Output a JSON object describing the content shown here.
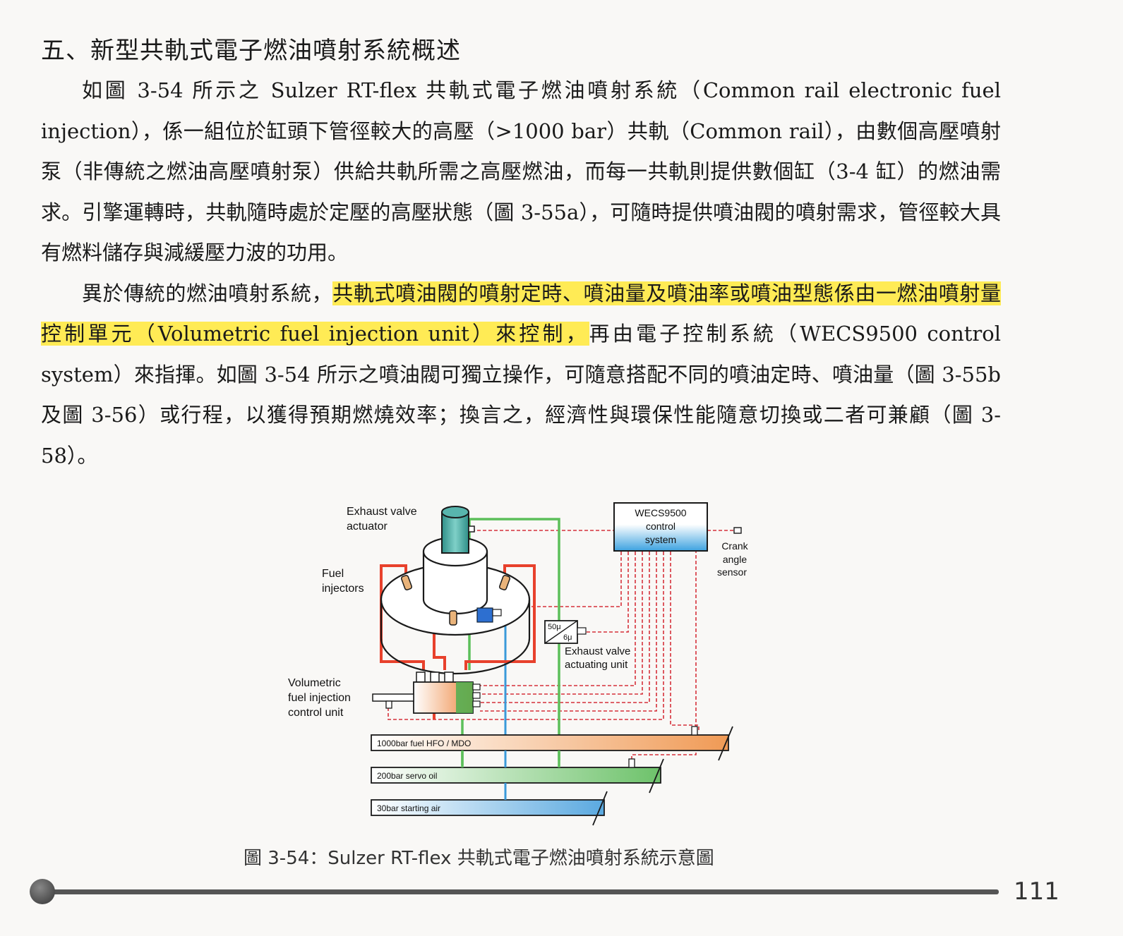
{
  "section": {
    "heading": "五、新型共軌式電子燃油噴射系統概述"
  },
  "paragraphs": [
    {
      "text": "如圖 3-54 所示之 Sulzer RT-flex 共軌式電子燃油噴射系統（Common rail electronic fuel injection），係一組位於缸頭下管徑較大的高壓（>1000 bar）共軌（Common rail），由數個高壓噴射泵（非傳統之燃油高壓噴射泵）供給共軌所需之高壓燃油，而每一共軌則提供數個缸（3-4 缸）的燃油需求。引擎運轉時，共軌隨時處於定壓的高壓狀態（圖 3-55a），可隨時提供噴油閥的噴射需求，管徑較大具有燃料儲存與減緩壓力波的功用。"
    },
    {
      "before": "異於傳統的燃油噴射系統，",
      "highlight": "共軌式噴油閥的噴射定時、噴油量及噴油率或噴油型態係由一燃油噴射量控制單元（Volumetric fuel injection unit）來控制，",
      "after": "再由電子控制系統（WECS9500 control system）來指揮。如圖 3-54 所示之噴油閥可獨立操作，可隨意搭配不同的噴油定時、噴油量（圖 3-55b 及圖 3-56）或行程，以獲得預期燃燒效率；換言之，經濟性與環保性能隨意切換或二者可兼顧（圖 3-58）。"
    }
  ],
  "figure": {
    "labels": {
      "exhaust_valve_actuator": [
        "Exhaust valve",
        "actuator"
      ],
      "fuel_injectors": [
        "Fuel",
        "injectors"
      ],
      "wecs_box": [
        "WECS9500",
        "control",
        "system"
      ],
      "crank_sensor": [
        "Crank",
        "angle",
        "sensor"
      ],
      "evau_small_top": "50μ",
      "evau_small_bottom": "6μ",
      "exhaust_valve_actuating_unit": [
        "Exhaust valve",
        "actuating unit"
      ],
      "vfi_unit": [
        "Volumetric",
        "fuel injection",
        "control unit"
      ],
      "rail_fuel": "1000bar fuel HFO / MDO",
      "rail_servo": "200bar servo oil",
      "rail_air": "30bar starting air"
    },
    "colors": {
      "fuel_line": "#e8412c",
      "servo_line": "#5cbf5a",
      "air_line": "#3a9ad9",
      "signal_line": "#d6303a",
      "cylinder": "#58b5ad",
      "rail_fuel": "#f09a55",
      "rail_servo": "#6dc26a",
      "rail_air": "#5aa9e0",
      "wecs_fill": "#3da2e0",
      "vfi_unit": "#ee8a45",
      "injection_block": "#2d6fd0"
    },
    "caption": "圖 3-54：Sulzer RT-flex 共軌式電子燃油噴射系統示意圖"
  },
  "footer": {
    "page_number": "111"
  }
}
